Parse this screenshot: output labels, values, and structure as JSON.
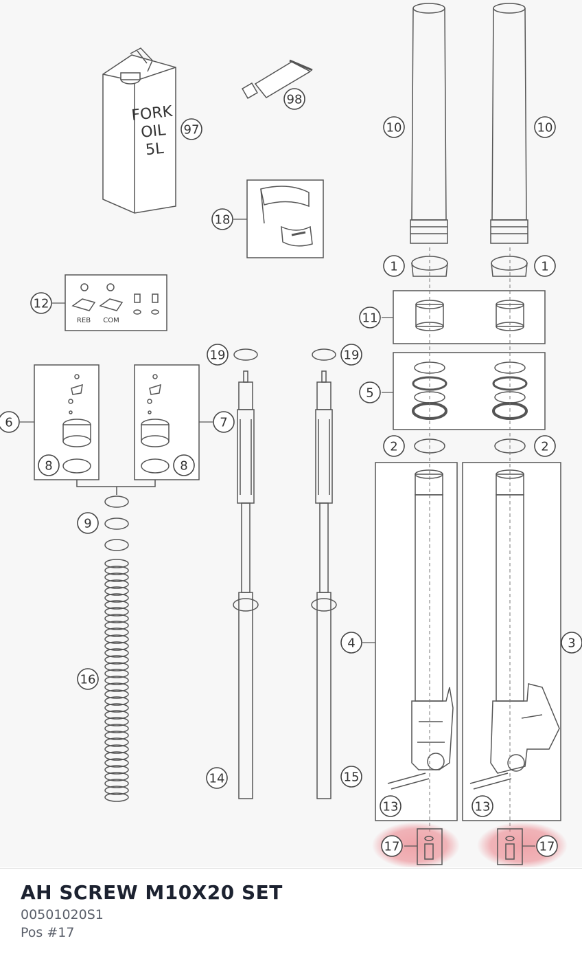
{
  "diagram": {
    "oil_can_label": [
      "FORK",
      "OIL",
      "5L"
    ],
    "knob_labels": {
      "reb": "REB",
      "com": "COM"
    },
    "callouts": {
      "c97": "97",
      "c98": "98",
      "c10a": "10",
      "c10b": "10",
      "c18": "18",
      "c1a": "1",
      "c1b": "1",
      "c12": "12",
      "c11": "11",
      "c19a": "19",
      "c19b": "19",
      "c5": "5",
      "c6": "6",
      "c7": "7",
      "c8a": "8",
      "c8b": "8",
      "c2a": "2",
      "c2b": "2",
      "c9": "9",
      "c4": "4",
      "c3": "3",
      "c16": "16",
      "c14": "14",
      "c15": "15",
      "c13a": "13",
      "c13b": "13",
      "c17a": "17",
      "c17b": "17"
    },
    "highlight_color": "#e8606a",
    "line_color": "#555555"
  },
  "part": {
    "title": "AH SCREW M10X20 SET",
    "number": "00501020S1",
    "position": "Pos #17"
  }
}
